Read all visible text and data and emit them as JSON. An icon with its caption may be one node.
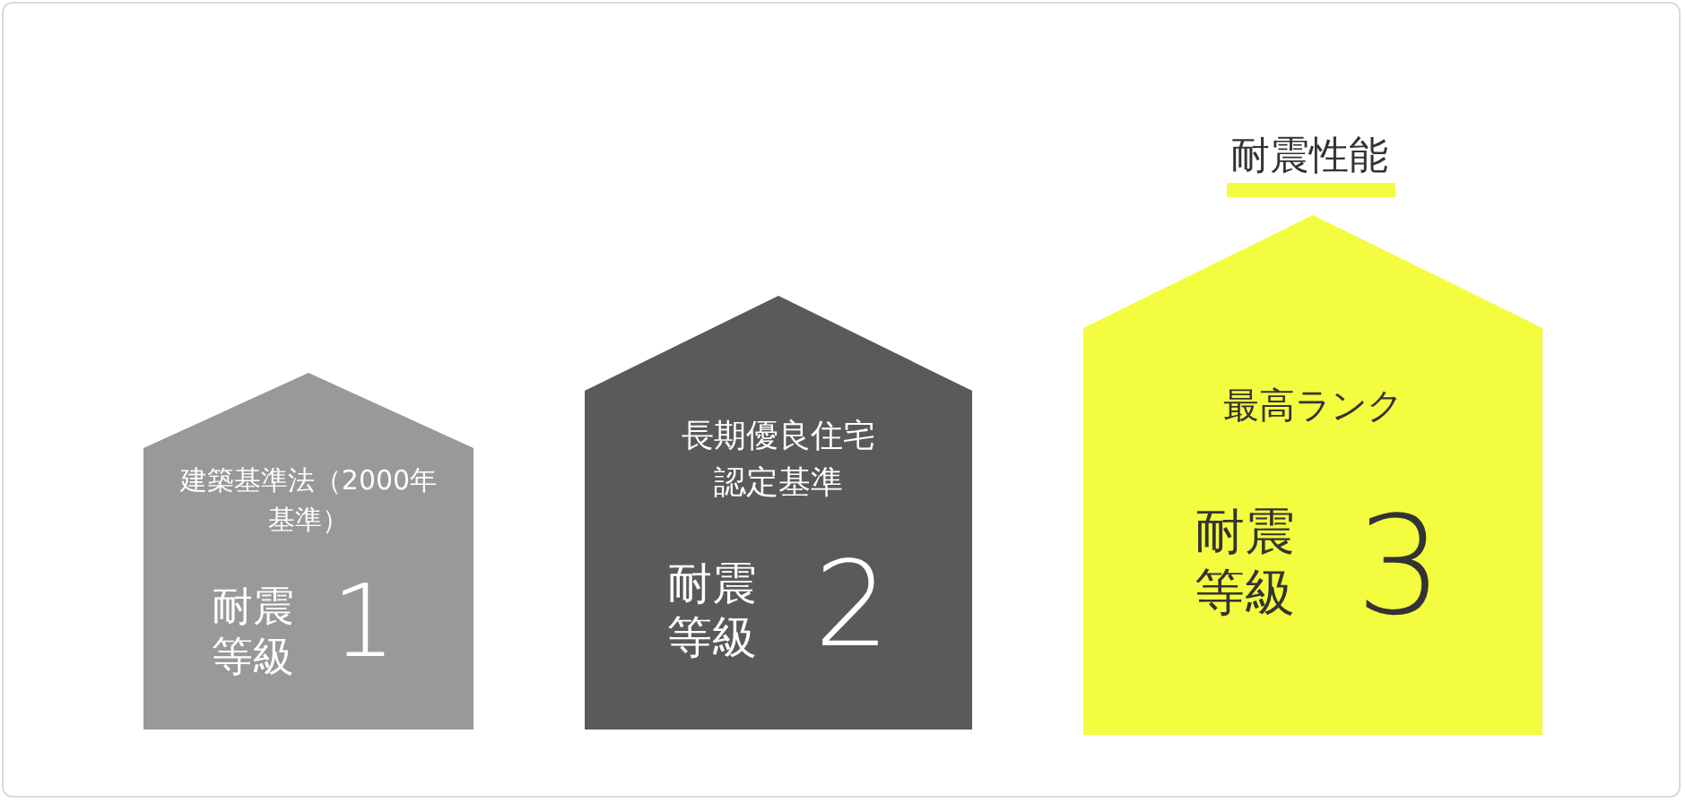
{
  "diagram": {
    "title": "耐震性能",
    "nodes": [
      {
        "text": [
          "建築基準法（2000年基準）",
          "耐震等級",
          "1"
        ]
      },
      {
        "text": [
          "長期優良住宅認定基準",
          "耐震等級",
          "2"
        ]
      },
      {
        "text": [
          "最高ランク",
          "耐震等級",
          "3"
        ]
      }
    ]
  }
}
